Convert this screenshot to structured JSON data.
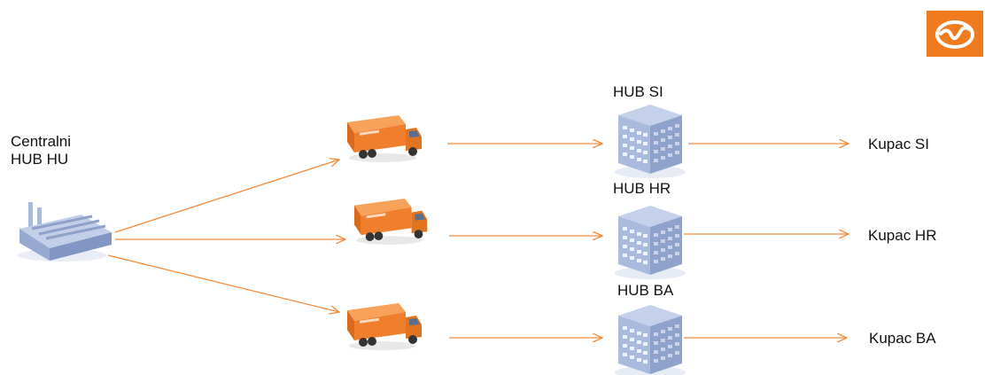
{
  "central": {
    "line1": "Centralni",
    "line2": "HUB HU"
  },
  "hubs": [
    {
      "label": "HUB SI",
      "customer": "Kupac SI"
    },
    {
      "label": "HUB HR",
      "customer": "Kupac HR"
    },
    {
      "label": "HUB BA",
      "customer": "Kupac BA"
    }
  ],
  "colors": {
    "accent": "#f28a3a",
    "truck": "#ef7f2c",
    "building": "#9fb2d8",
    "logo": "#f07a1e"
  },
  "icons": [
    "factory-icon",
    "truck-icon",
    "office-building-icon",
    "company-logo"
  ]
}
